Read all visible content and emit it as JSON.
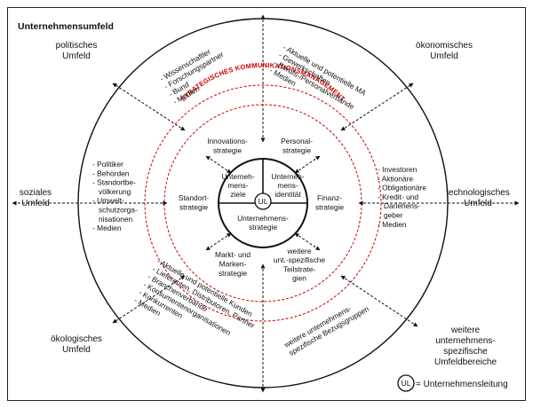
{
  "title": "Unternehmensumfeld",
  "outer_umfelder": {
    "politisch": [
      "politisches",
      "Umfeld"
    ],
    "oekonomisch": [
      "ökonomisches",
      "Umfeld"
    ],
    "sozial": [
      "soziales",
      "Umfeld"
    ],
    "technologisch": [
      "technologisches",
      "Umfeld"
    ],
    "oekologisch": [
      "ökologisches",
      "Umfeld"
    ],
    "weitere": [
      "weitere",
      "unternehmens-",
      "spezifische",
      "Umfeldbereiche"
    ]
  },
  "groups": {
    "top_left": [
      "- Wissenschaftler",
      "- Forschungspartner",
      "- Bund",
      "- Medien"
    ],
    "top_right": [
      "- Aktuelle und potentielle MA",
      "- Gewerkschaften",
      "- Berufs-/Personalverbände",
      "- Medien"
    ],
    "left": [
      "- Politiker",
      "- Behörden",
      "- Standortbe-",
      "  völkerung",
      "- Umwelt-",
      "  schutzorga-",
      "  nisationen",
      "- Medien"
    ],
    "right": [
      "- Investoren",
      "- Aktionäre",
      "- Obligationäre",
      "- Kredit- und",
      "  Darlehens-",
      "  geber",
      "- Medien"
    ],
    "bottom_left": [
      "- Aktuelle und potentielle Kunden",
      "- Lieferanten, Distributoren, Partner",
      "- Branchenverbände",
      "- Konsumentenorganisationen",
      "- Konkurrenten",
      "- Medien"
    ],
    "bottom_right": [
      "weitere unternehmens-",
      "spezifische Bezugsgruppen"
    ]
  },
  "ring_label": "STRATEGISCHES KOMMUNIKATIONSMANAGEMENT",
  "strategies": {
    "innovation": [
      "Innovations-",
      "strategie"
    ],
    "personal": [
      "Personal-",
      "strategie"
    ],
    "standort": [
      "Standort-",
      "strategie"
    ],
    "finanz": [
      "Finanz-",
      "strategie"
    ],
    "markt": [
      "Markt- und",
      "Marken-",
      "strategie"
    ],
    "teil": [
      "weitere",
      "unt.-spezifische",
      "Teilstrate-",
      "gien"
    ]
  },
  "core": {
    "ziele": [
      "Unterneh-",
      "mens-",
      "ziele"
    ],
    "identitaet": [
      "Unterneh-",
      "mens-",
      "identität"
    ],
    "strategie": [
      "Unternehmens-",
      "strategie"
    ],
    "ul": "UL"
  },
  "legend": {
    "symbol": "UL",
    "text": "= Unternehmensleitung"
  },
  "colors": {
    "accent": "#d00000",
    "line": "#111111"
  }
}
